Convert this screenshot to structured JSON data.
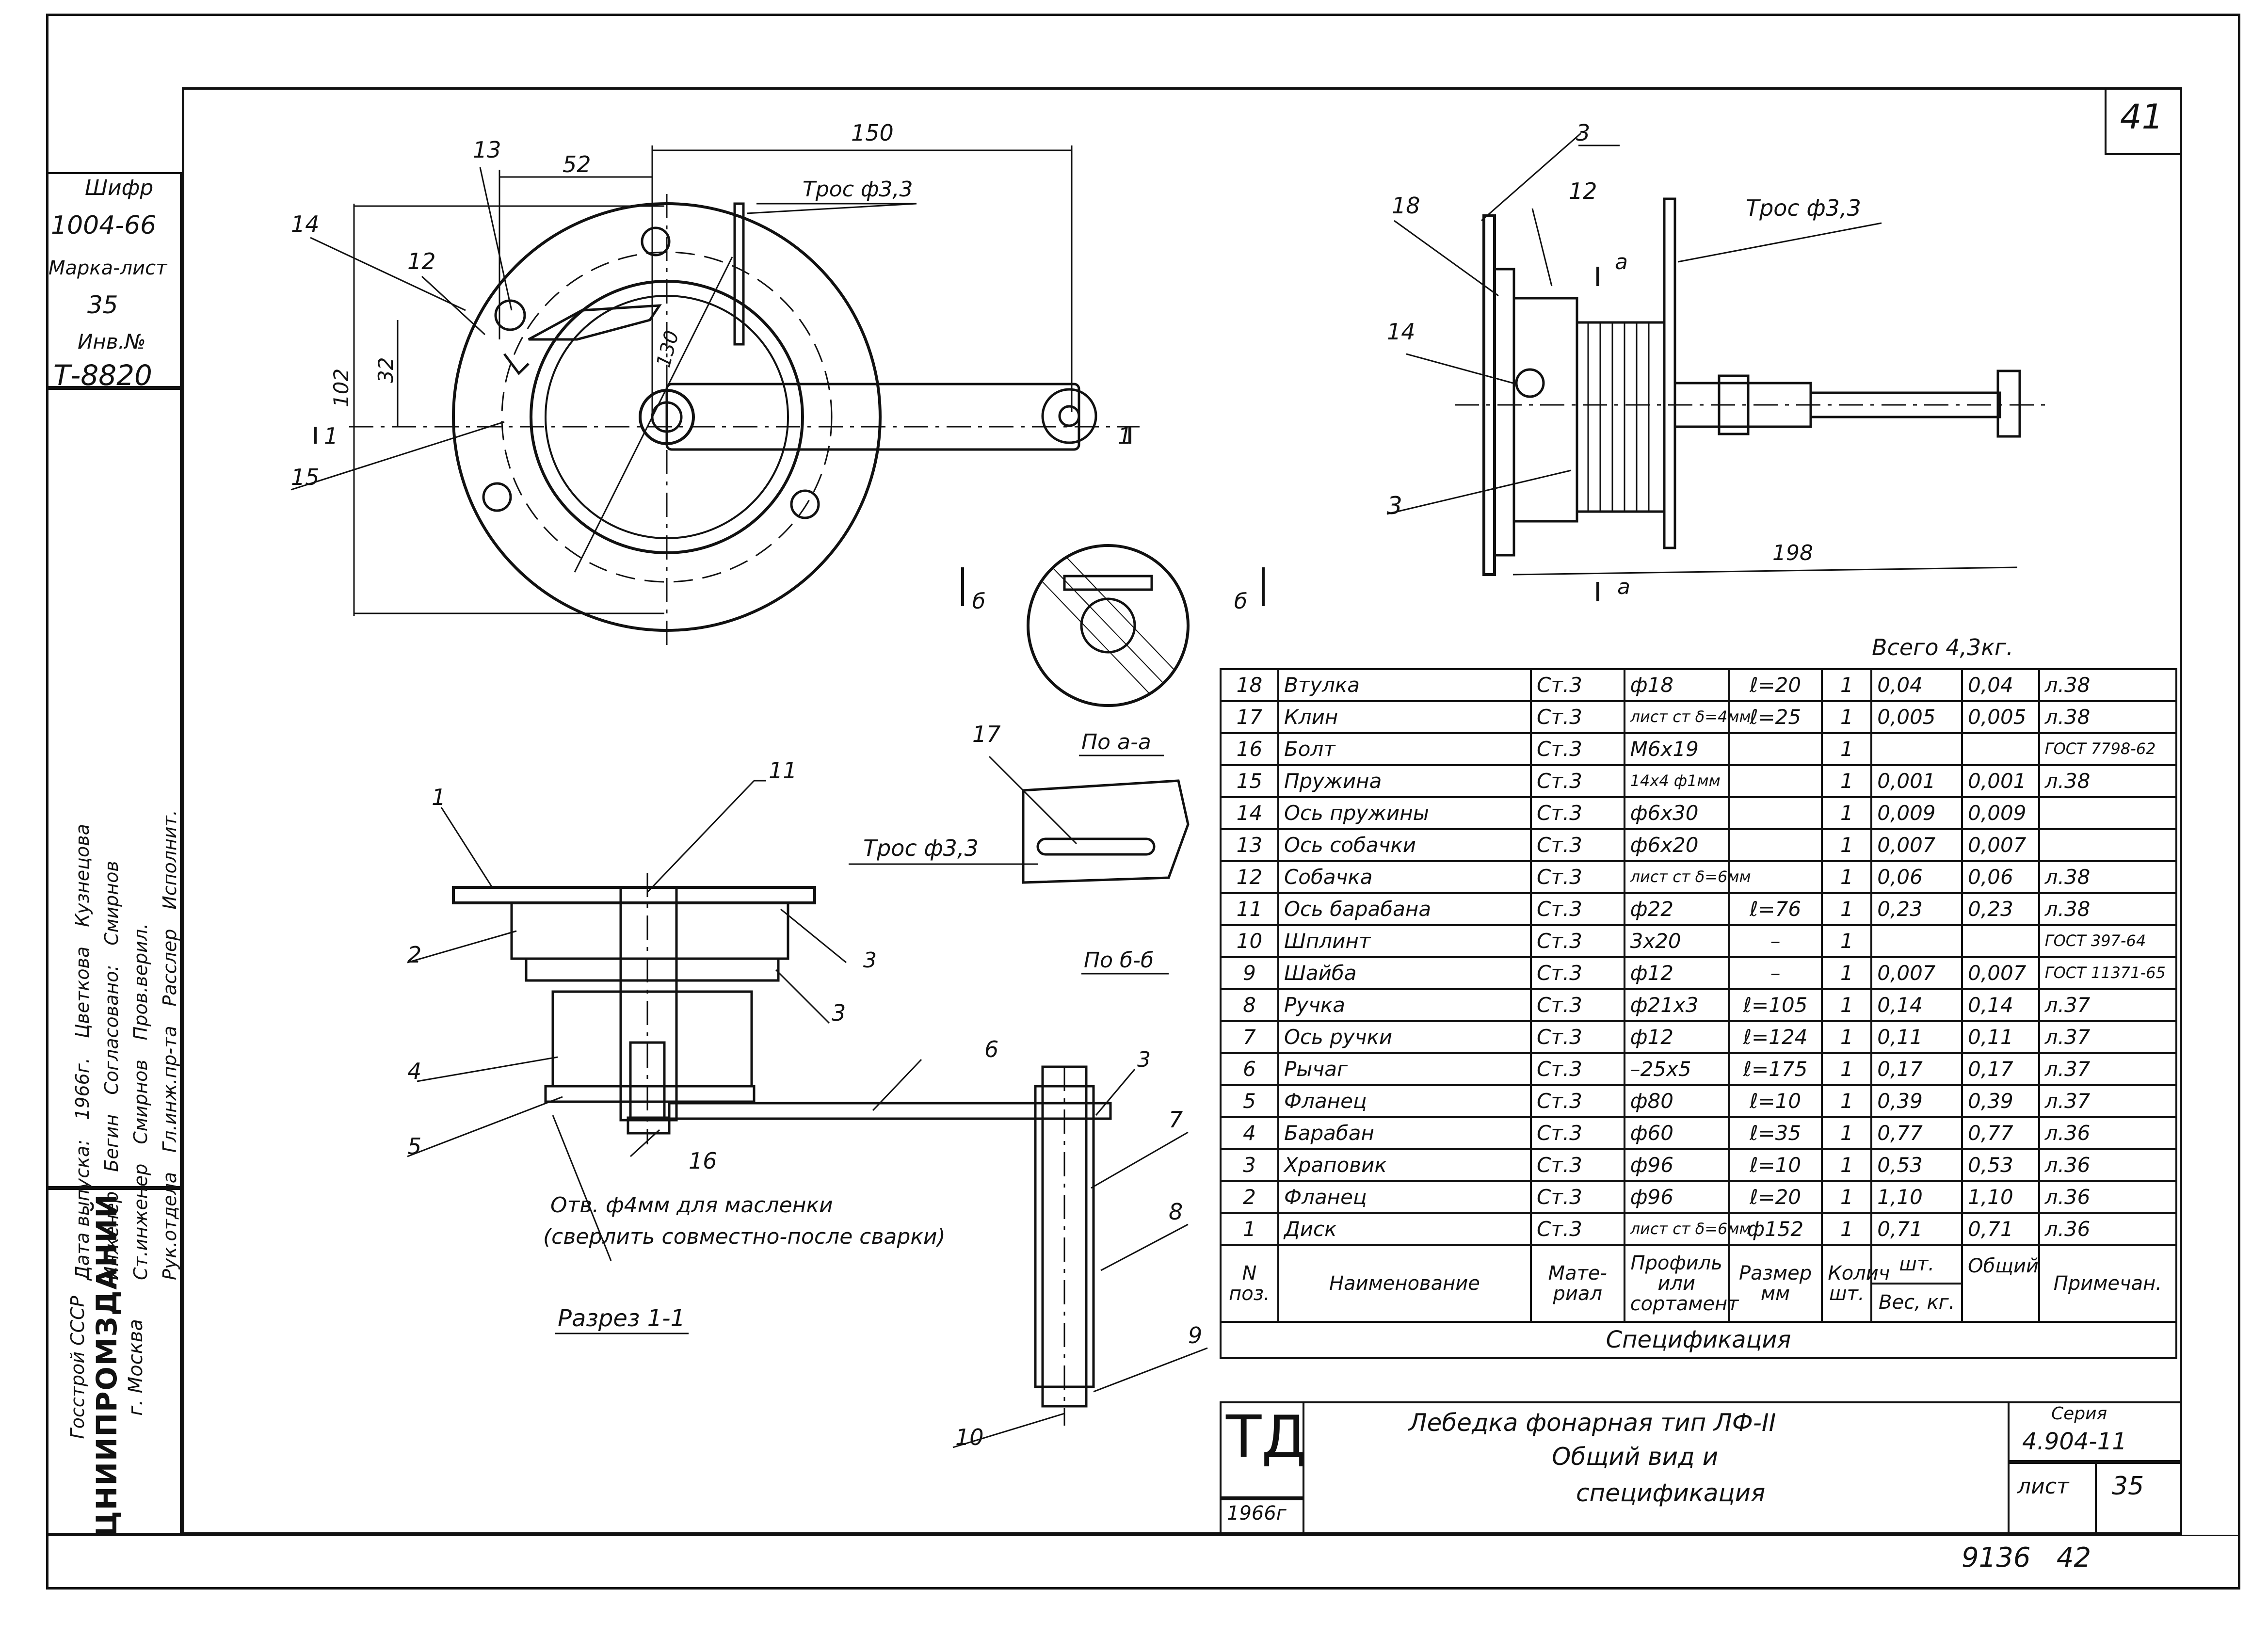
{
  "sheet_corner": "41",
  "left_panel": {
    "cipher_label": "Шифр",
    "cipher_value": "1004-66",
    "mark_label": "Марка-лист",
    "mark_value": "35",
    "inv_label": "Инв.№",
    "inv_value": "Т-8820",
    "approvals": {
      "agreed": "Согласовано:",
      "executor_label": "Исполнит.",
      "executor_name": "Кузнецова",
      "checker_label": "Пров.верил.",
      "checker_name": "Смирнов",
      "calc_label": "Расслер",
      "calc_name": "Смирнов",
      "begin_label": "Бегин",
      "tsvetkova": "Цветкова",
      "year": "1966г.",
      "head_label": "Рук.отдела",
      "chief_eng_label": "Гл.инж.пр-та",
      "senior_eng_label": "Ст.инженер",
      "engineer_label": "Инженер",
      "release_label": "Дата выпуска:"
    },
    "org_ministry": "Госстрой СССР",
    "org_name": "ЦНИИПРОМЗДАНИЙ",
    "org_city": "г. Москва"
  },
  "front_view": {
    "dim_top": "150",
    "dim_52": "52",
    "dim_102": "102",
    "dim_32": "32",
    "dim_130": "130",
    "rope": "Трос ф3,3",
    "callouts": [
      "13",
      "12",
      "14",
      "15"
    ],
    "section_mark": "1"
  },
  "side_view": {
    "weld": "3",
    "rope": "Трос ф3,3",
    "callouts": [
      "18",
      "12",
      "14",
      "3"
    ],
    "section_a": "а",
    "dim_198": "198"
  },
  "details": {
    "section_b": "б",
    "caption_aa": "По а-а",
    "caption_bb": "По б-б",
    "callout_17": "17",
    "rope": "Трос ф3,3"
  },
  "section_view": {
    "title": "Разрез 1-1",
    "callouts": [
      "1",
      "11",
      "2",
      "3",
      "4",
      "5",
      "16",
      "6",
      "7",
      "8",
      "9",
      "10"
    ],
    "weld": "3",
    "note_line1": "Отв. ф4мм для масленки",
    "note_line2": "(сверлить совместно-после сварки)"
  },
  "spec": {
    "total": "Всего 4,3кг.",
    "caption": "Спецификация",
    "headers": {
      "pos": "N поз.",
      "name": "Наименование",
      "material": "Мате- риал",
      "profile": "Профиль или сортамент",
      "size": "Размер мм",
      "qty": "Колич шт.",
      "unit": "шт.",
      "total": "Общий",
      "weight": "Вес, кг.",
      "note": "Примечан."
    },
    "rows": [
      {
        "pos": "18",
        "name": "Втулка",
        "mat": "Ст.3",
        "profile": "ф18",
        "size": "ℓ=20",
        "qty": "1",
        "w1": "0,04",
        "w2": "0,04",
        "note": "л.38"
      },
      {
        "pos": "17",
        "name": "Клин",
        "mat": "Ст.3",
        "profile": "лист ст δ=4мм",
        "size": "ℓ=25",
        "qty": "1",
        "w1": "0,005",
        "w2": "0,005",
        "note": "л.38"
      },
      {
        "pos": "16",
        "name": "Болт",
        "mat": "Ст.3",
        "profile": "М6х19",
        "size": "",
        "qty": "1",
        "w1": "",
        "w2": "",
        "note": "ГОСТ 7798-62"
      },
      {
        "pos": "15",
        "name": "Пружина",
        "mat": "Ст.3",
        "profile": "14х4 ф1мм",
        "size": "",
        "qty": "1",
        "w1": "0,001",
        "w2": "0,001",
        "note": "л.38"
      },
      {
        "pos": "14",
        "name": "Ось пружины",
        "mat": "Ст.3",
        "profile": "ф6х30",
        "size": "",
        "qty": "1",
        "w1": "0,009",
        "w2": "0,009",
        "note": ""
      },
      {
        "pos": "13",
        "name": "Ось собачки",
        "mat": "Ст.3",
        "profile": "ф6х20",
        "size": "",
        "qty": "1",
        "w1": "0,007",
        "w2": "0,007",
        "note": ""
      },
      {
        "pos": "12",
        "name": "Собачка",
        "mat": "Ст.3",
        "profile": "лист ст δ=6мм",
        "size": "",
        "qty": "1",
        "w1": "0,06",
        "w2": "0,06",
        "note": "л.38"
      },
      {
        "pos": "11",
        "name": "Ось барабана",
        "mat": "Ст.3",
        "profile": "ф22",
        "size": "ℓ=76",
        "qty": "1",
        "w1": "0,23",
        "w2": "0,23",
        "note": "л.38"
      },
      {
        "pos": "10",
        "name": "Шплинт",
        "mat": "Ст.3",
        "profile": "3х20",
        "size": "–",
        "qty": "1",
        "w1": "",
        "w2": "",
        "note": "ГОСТ 397-64"
      },
      {
        "pos": "9",
        "name": "Шайба",
        "mat": "Ст.3",
        "profile": "ф12",
        "size": "–",
        "qty": "1",
        "w1": "0,007",
        "w2": "0,007",
        "note": "ГОСТ 11371-65"
      },
      {
        "pos": "8",
        "name": "Ручка",
        "mat": "Ст.3",
        "profile": "ф21х3",
        "size": "ℓ=105",
        "qty": "1",
        "w1": "0,14",
        "w2": "0,14",
        "note": "л.37"
      },
      {
        "pos": "7",
        "name": "Ось ручки",
        "mat": "Ст.3",
        "profile": "ф12",
        "size": "ℓ=124",
        "qty": "1",
        "w1": "0,11",
        "w2": "0,11",
        "note": "л.37"
      },
      {
        "pos": "6",
        "name": "Рычаг",
        "mat": "Ст.3",
        "profile": "–25х5",
        "size": "ℓ=175",
        "qty": "1",
        "w1": "0,17",
        "w2": "0,17",
        "note": "л.37"
      },
      {
        "pos": "5",
        "name": "Фланец",
        "mat": "Ст.3",
        "profile": "ф80",
        "size": "ℓ=10",
        "qty": "1",
        "w1": "0,39",
        "w2": "0,39",
        "note": "л.37"
      },
      {
        "pos": "4",
        "name": "Барабан",
        "mat": "Ст.3",
        "profile": "ф60",
        "size": "ℓ=35",
        "qty": "1",
        "w1": "0,77",
        "w2": "0,77",
        "note": "л.36"
      },
      {
        "pos": "3",
        "name": "Храповик",
        "mat": "Ст.3",
        "profile": "ф96",
        "size": "ℓ=10",
        "qty": "1",
        "w1": "0,53",
        "w2": "0,53",
        "note": "л.36"
      },
      {
        "pos": "2",
        "name": "Фланец",
        "mat": "Ст.3",
        "profile": "ф96",
        "size": "ℓ=20",
        "qty": "1",
        "w1": "1,10",
        "w2": "1,10",
        "note": "л.36"
      },
      {
        "pos": "1",
        "name": "Диск",
        "mat": "Ст.3",
        "profile": "лист ст δ=6мм",
        "size": "ф152",
        "qty": "1",
        "w1": "0,71",
        "w2": "0,71",
        "note": "л.36"
      }
    ]
  },
  "title_block": {
    "logo": "ТД",
    "year": "1966г",
    "title_line1": "Лебедка фонарная тип ЛФ-II",
    "title_line2": "Общий вид и",
    "title_line3": "спецификация",
    "series_label": "Серия",
    "series_value": "4.904-11",
    "sheet_label": "лист",
    "sheet_value": "35"
  },
  "bottom_stamp": "9136   42"
}
